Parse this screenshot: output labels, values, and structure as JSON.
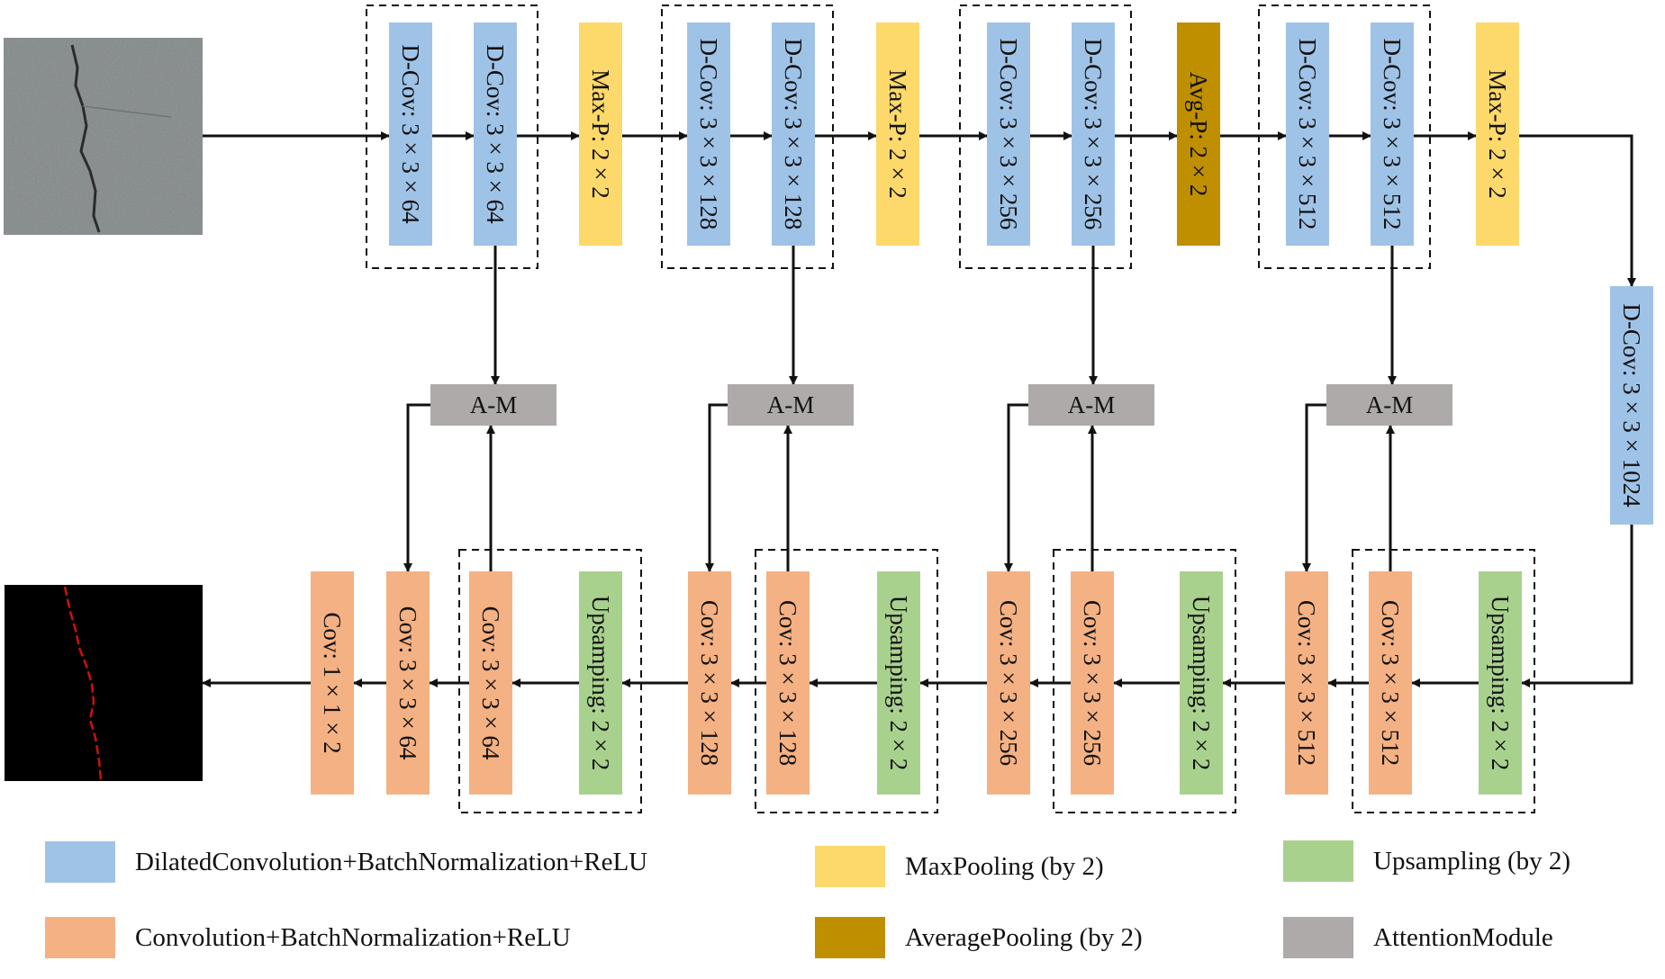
{
  "colors": {
    "dilated": "#9fc3e7",
    "maxpool": "#fdd96b",
    "avgpool": "#bf8f00",
    "upsample": "#a9d18e",
    "attention": "#aeaaaa",
    "conv": "#f4b183"
  },
  "encoder": {
    "blocks": [
      {
        "kind": "dilated",
        "label": "D-Cov: 3 × 3 × 64"
      },
      {
        "kind": "dilated",
        "label": "D-Cov: 3 × 3 × 64"
      },
      {
        "kind": "maxpool",
        "label": "Max-P: 2 × 2"
      },
      {
        "kind": "dilated",
        "label": "D-Cov: 3 × 3 × 128"
      },
      {
        "kind": "dilated",
        "label": "D-Cov: 3 × 3 × 128"
      },
      {
        "kind": "maxpool",
        "label": "Max-P: 2 × 2"
      },
      {
        "kind": "dilated",
        "label": "D-Cov: 3 × 3 × 256"
      },
      {
        "kind": "dilated",
        "label": "D-Cov: 3 × 3 × 256"
      },
      {
        "kind": "avgpool",
        "label": "Avg-P: 2 × 2"
      },
      {
        "kind": "dilated",
        "label": "D-Cov: 3 × 3 × 512"
      },
      {
        "kind": "dilated",
        "label": "D-Cov: 3 × 3 × 512"
      },
      {
        "kind": "maxpool",
        "label": "Max-P: 2 × 2"
      }
    ]
  },
  "bottleneck": {
    "label": "D-Cov: 3 × 3 × 1024"
  },
  "attention_label": "A-M",
  "decoder": {
    "blocks": [
      {
        "kind": "conv",
        "label": "Cov: 1 × 1 × 2"
      },
      {
        "kind": "conv",
        "label": "Cov: 3 × 3 × 64"
      },
      {
        "kind": "conv",
        "label": "Cov: 3 × 3 × 64"
      },
      {
        "kind": "upsample",
        "label": "Upsamping: 2 × 2"
      },
      {
        "kind": "conv",
        "label": "Cov: 3 × 3 × 128"
      },
      {
        "kind": "conv",
        "label": "Cov: 3 × 3 × 128"
      },
      {
        "kind": "upsample",
        "label": "Upsamping: 2 × 2"
      },
      {
        "kind": "conv",
        "label": "Cov: 3 × 3 × 256"
      },
      {
        "kind": "conv",
        "label": "Cov: 3 × 3 × 256"
      },
      {
        "kind": "upsample",
        "label": "Upsamping: 2 × 2"
      },
      {
        "kind": "conv",
        "label": "Cov: 3 × 3 × 512"
      },
      {
        "kind": "conv",
        "label": "Cov: 3 × 3 × 512"
      },
      {
        "kind": "upsample",
        "label": "Upsamping: 2 × 2"
      }
    ]
  },
  "legend": [
    {
      "kind": "dilated",
      "label": "DilatedConvolution+BatchNormalization+ReLU"
    },
    {
      "kind": "maxpool",
      "label": "MaxPooling  (by 2)"
    },
    {
      "kind": "upsample",
      "label": "Upsampling  (by 2)"
    },
    {
      "kind": "conv",
      "label": "Convolution+BatchNormalization+ReLU"
    },
    {
      "kind": "avgpool",
      "label": "AveragePooling  (by 2)"
    },
    {
      "kind": "attention",
      "label": "AttentionModule"
    }
  ]
}
